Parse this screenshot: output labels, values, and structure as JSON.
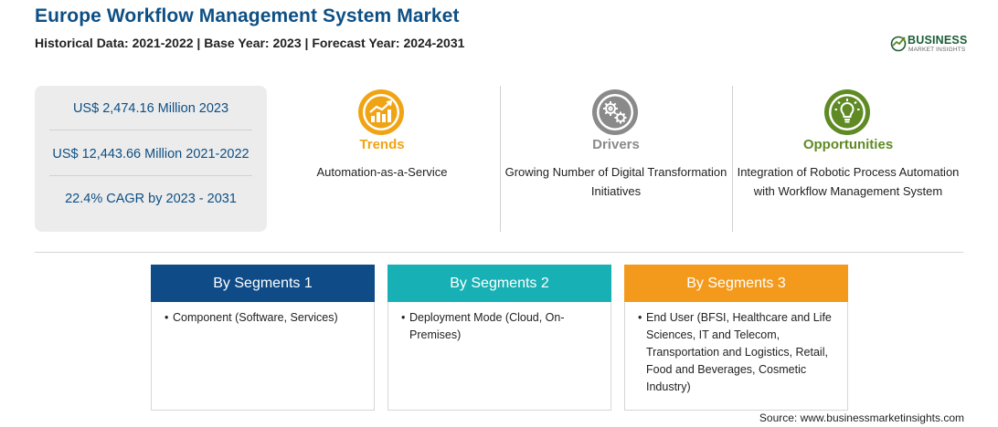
{
  "header": {
    "title": "Europe Workflow Management System Market",
    "subtitle": "Historical Data: 2021-2022 | Base Year: 2023 | Forecast Year: 2024-2031"
  },
  "logo": {
    "word": "BUSINESS",
    "sub": "MARKET INSIGHTS",
    "color": "#1d5d36"
  },
  "stats": [
    "US$ 2,474.16 Million 2023",
    "US$ 12,443.66 Million 2021-2022",
    "22.4% CAGR by 2023 - 2031"
  ],
  "columns": [
    {
      "title": "Trends",
      "icon": "growth-chart-icon",
      "color": "#f0a414",
      "text": "Automation-as-a-Service"
    },
    {
      "title": "Drivers",
      "icon": "gears-icon",
      "color": "#8a8a8a",
      "text": "Growing Number of Digital Transformation Initiatives"
    },
    {
      "title": "Opportunities",
      "icon": "lightbulb-icon",
      "color": "#5f8a24",
      "text": "Integration of Robotic Process Automation with Workflow Management System"
    }
  ],
  "segments": [
    {
      "title": "By Segments 1",
      "color": "#0f4b86",
      "item": "Component (Software, Services)"
    },
    {
      "title": "By Segments 2",
      "color": "#17b1b5",
      "item": "Deployment Mode (Cloud, On-Premises)"
    },
    {
      "title": "By Segments 3",
      "color": "#f39a1c",
      "item": "End User (BFSI, Healthcare and Life Sciences, IT and Telecom, Transportation and Logistics, Retail, Food and Beverages, Cosmetic Industry)"
    }
  ],
  "source": "Source: www.businessmarketinsights.com"
}
